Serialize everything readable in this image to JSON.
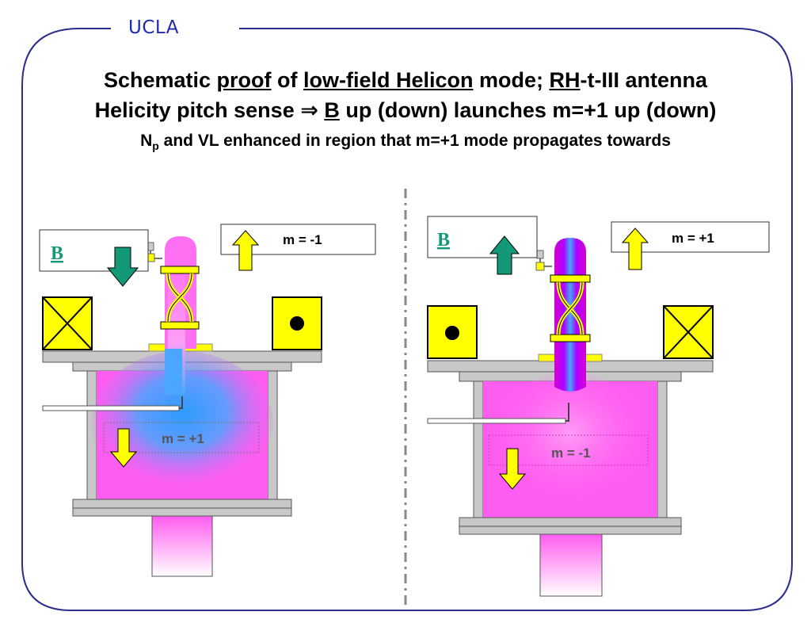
{
  "header": {
    "logo_text": "UCLA"
  },
  "title": {
    "line1": {
      "p1": "Schematic ",
      "u1": "proof",
      "p2": " of ",
      "u2": "low-field Helicon",
      "p3": " mode; ",
      "u3": "RH",
      "p4": "-t-III antenna"
    },
    "line2": {
      "p1": "Helicity pitch sense ",
      "arrow": "⇒",
      "p2": " ",
      "u1": "B",
      "p3": " up (down) launches m=+1 up (down)"
    },
    "line3": {
      "n": "N",
      "sub": "p",
      "rest": " and VL enhanced in region that m=+1 mode propagates towards"
    }
  },
  "left_panel": {
    "field_label": "B",
    "field_direction": "down",
    "upper_mode_label": "m = -1",
    "lower_mode_label": "m = +1",
    "left_coil": "cross",
    "right_coil": "dot"
  },
  "right_panel": {
    "field_label": "B",
    "field_direction": "up",
    "upper_mode_label": "m = +1",
    "lower_mode_label": "m = -1",
    "left_coil": "dot",
    "right_coil": "cross"
  },
  "colors": {
    "frame": "#2a2d8f",
    "plasma_magenta": "#ff5cf0",
    "plasma_core": "#2b9bff",
    "coil_yellow": "#ffff00",
    "field_arrow_green": "#139977",
    "wall_gray": "#c8c8c8"
  }
}
